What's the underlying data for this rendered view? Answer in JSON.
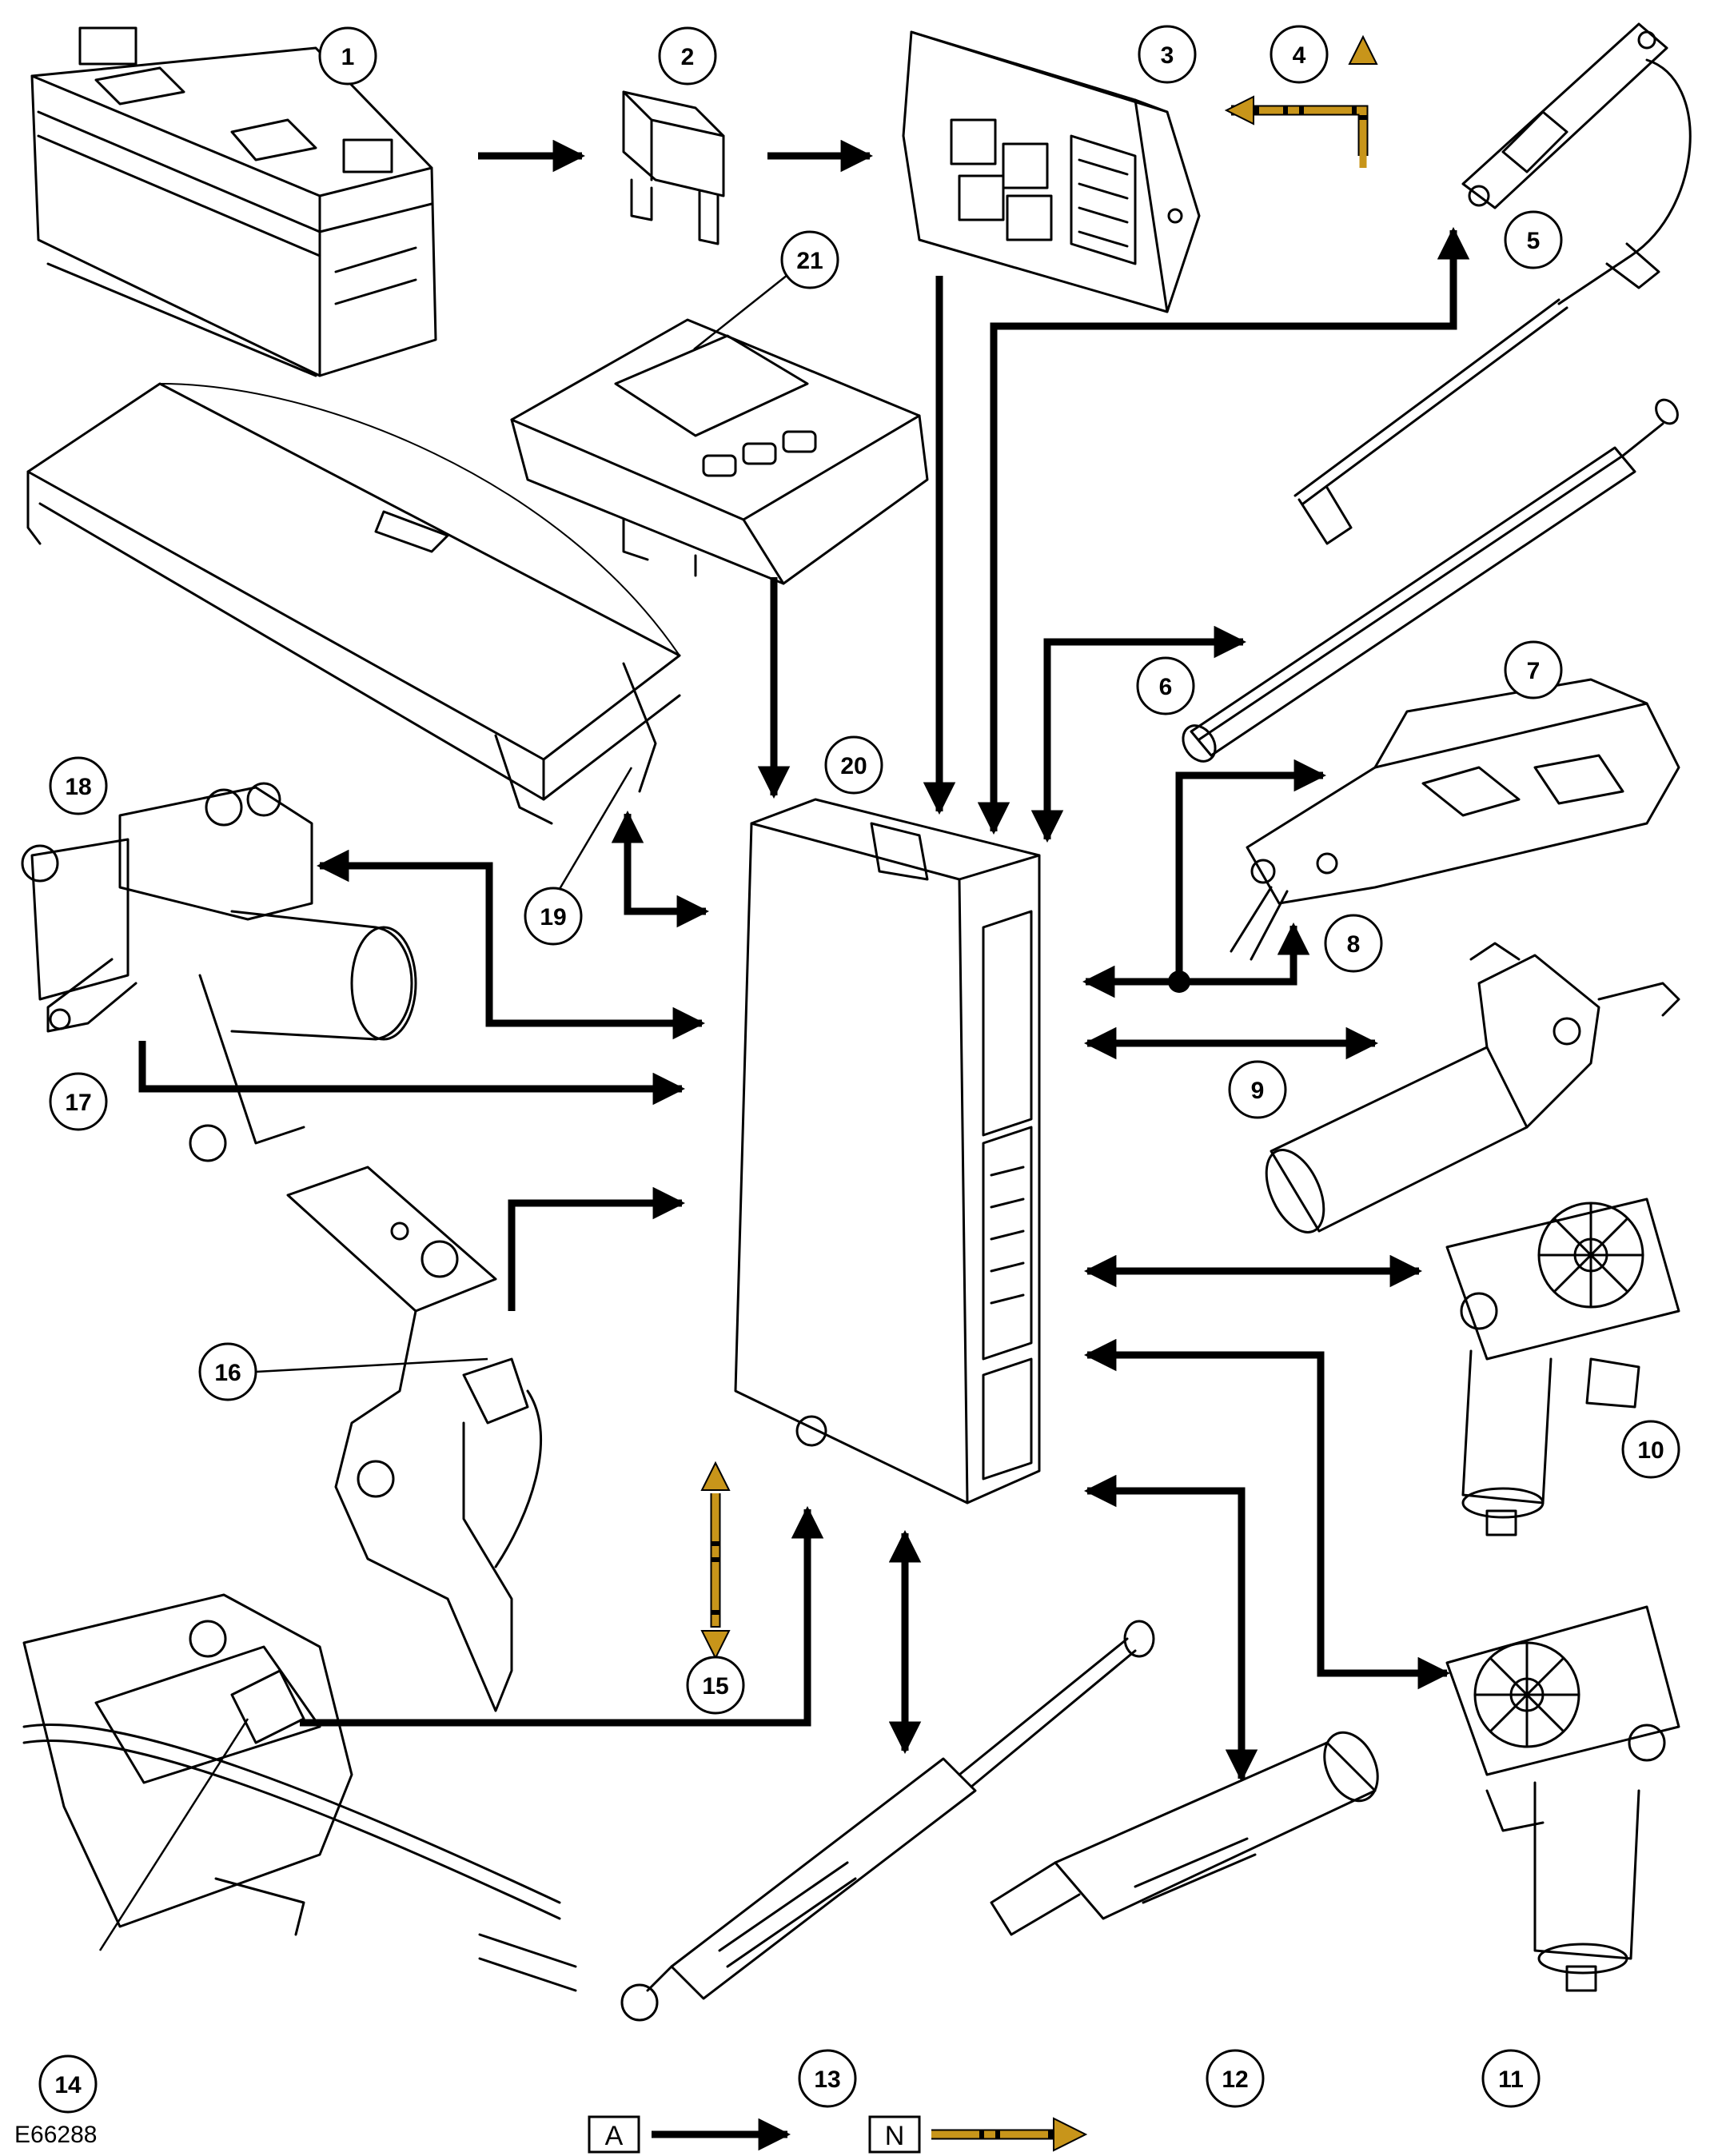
{
  "diagram_ref": "E66288",
  "callouts": [
    "1",
    "2",
    "3",
    "4",
    "5",
    "6",
    "7",
    "8",
    "9",
    "10",
    "11",
    "12",
    "13",
    "14",
    "15",
    "16",
    "17",
    "18",
    "19",
    "20",
    "21"
  ],
  "legend": {
    "a": "A",
    "n": "N"
  },
  "colors": {
    "wire_a": "#000000",
    "wire_n": "#c8951a"
  }
}
